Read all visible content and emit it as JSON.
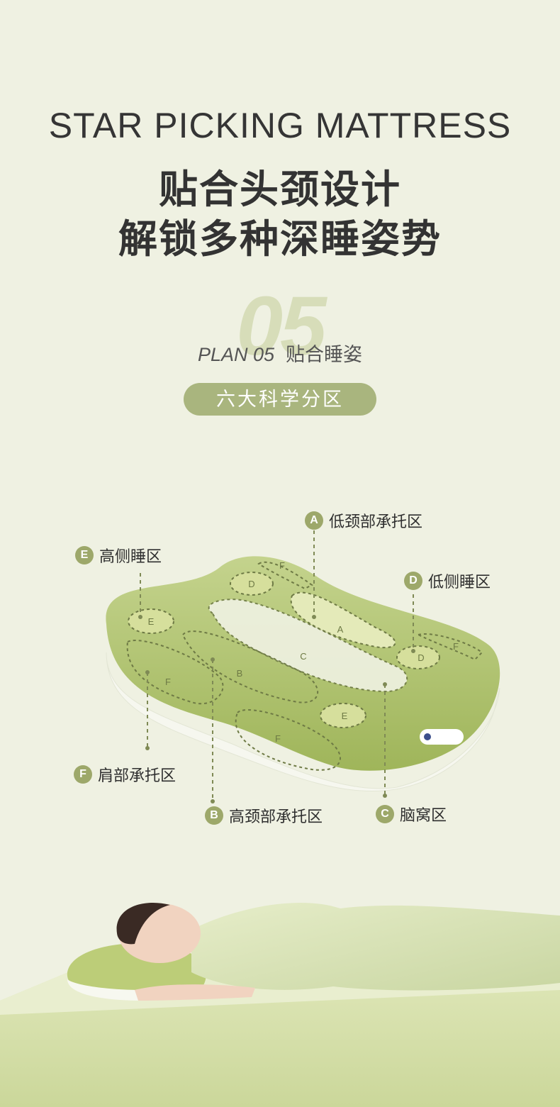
{
  "header": {
    "title_en": "STAR PICKING MATTRESS",
    "title_cn_line1": "贴合头颈设计",
    "title_cn_line2": "解锁多种深睡姿势"
  },
  "plan": {
    "number": "05",
    "label": "PLAN 05",
    "name": "贴合睡姿"
  },
  "pill": {
    "text": "六大科学分区"
  },
  "zones": [
    {
      "letter": "A",
      "name": "低颈部承托区"
    },
    {
      "letter": "E",
      "name": "高侧睡区"
    },
    {
      "letter": "D",
      "name": "低侧睡区"
    },
    {
      "letter": "F",
      "name": "肩部承托区"
    },
    {
      "letter": "B",
      "name": "高颈部承托区"
    },
    {
      "letter": "C",
      "name": "脑窝区"
    }
  ],
  "pillow_marks": [
    "D",
    "E",
    "A",
    "C",
    "B",
    "F",
    "D",
    "E",
    "F",
    "F",
    "F"
  ],
  "colors": {
    "background": "#eff1e2",
    "accent": "#a9b57e",
    "pillow": "#b2c56f",
    "badge": "#9da86a"
  }
}
